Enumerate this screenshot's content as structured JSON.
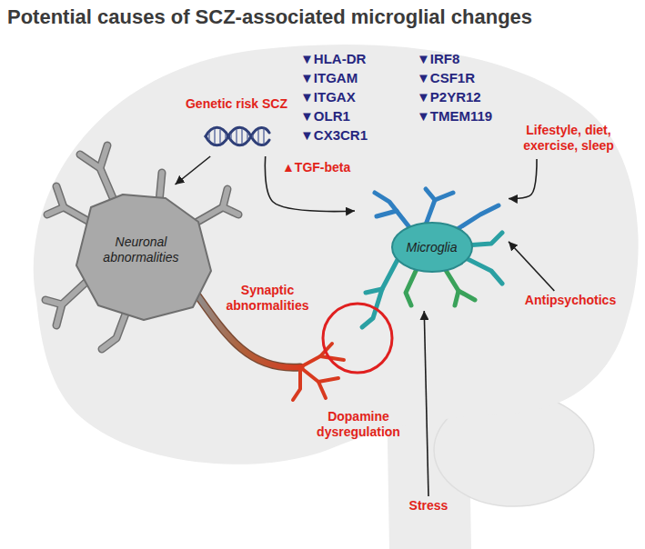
{
  "diagram": {
    "title": "Potential causes of SCZ-associated microglial changes",
    "nodes": [
      {
        "text": [
          "Genetic risk SCZ"
        ]
      },
      {
        "text": [
          "Neuronal abnormalities"
        ]
      },
      {
        "text": [
          "Microglia"
        ]
      },
      {
        "text": [
          "Lifestyle, diet, exercise, sleep"
        ]
      },
      {
        "text": [
          "Antipsychotics"
        ]
      },
      {
        "text": [
          "Stress"
        ]
      }
    ],
    "edges": [
      {
        "from": 0,
        "to": 1,
        "arrow": "to"
      },
      {
        "from": 0,
        "to": 2,
        "label": "▲TGF-beta",
        "arrow": "to"
      },
      {
        "from": 3,
        "to": 2,
        "arrow": "to"
      },
      {
        "from": 4,
        "to": 2,
        "arrow": "to"
      },
      {
        "from": 5,
        "to": 2,
        "arrow": "to"
      }
    ],
    "labels": [
      "▼HLA-DR",
      "▼ITGAM",
      "▼ITGAX",
      "▼OLR1",
      "▼CX3CR1",
      "▼IRF8",
      "▼CSF1R",
      "▼P2YR12",
      "▼TMEM119",
      "Synaptic abnormalities",
      "Dopamine dysregulation"
    ]
  }
}
